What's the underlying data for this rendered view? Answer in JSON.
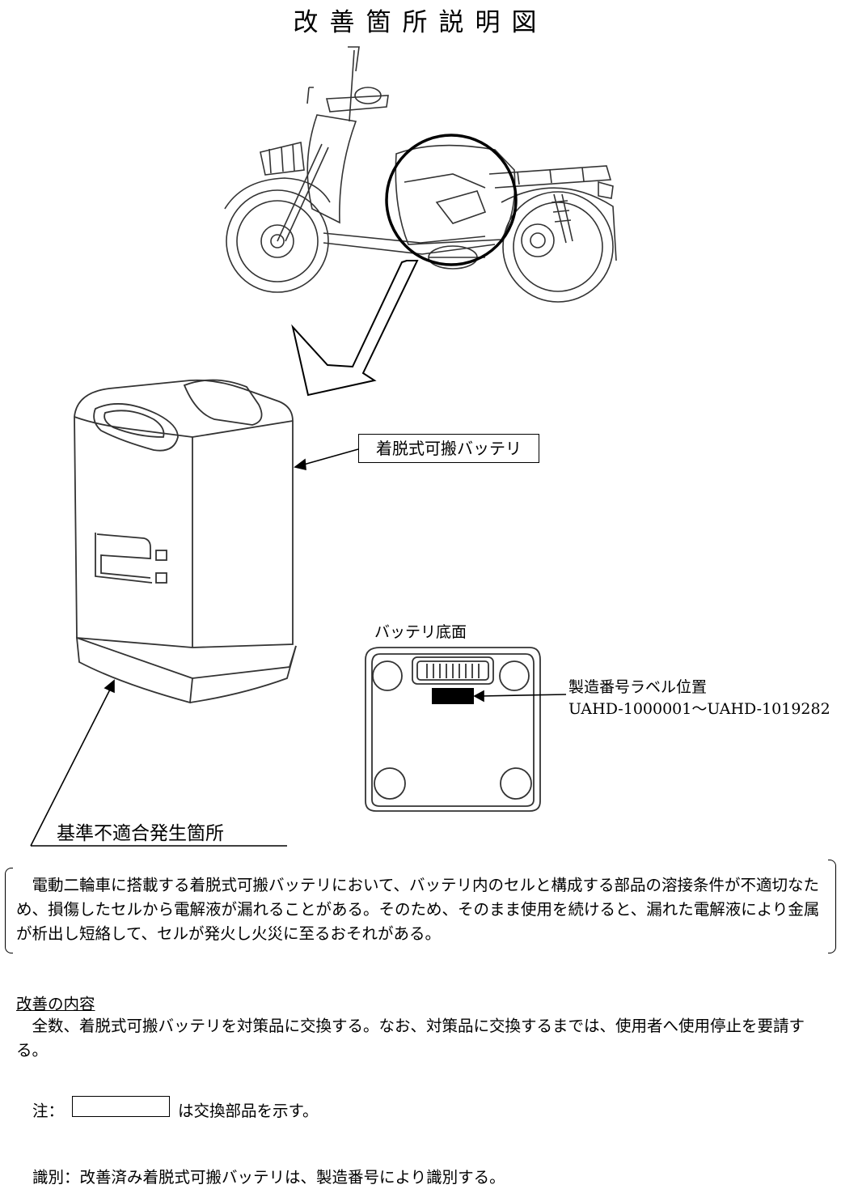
{
  "title": "改善箇所説明図",
  "labels": {
    "battery": "着脱式可搬バッテリ",
    "battery_bottom": "バッテリ底面",
    "serial_label_title": "製造番号ラベル位置",
    "serial_range": "UAHD-1000001～UAHD-1019282",
    "nonconformity": "基準不適合発生箇所"
  },
  "description": "電動二輪車に搭載する着脱式可搬バッテリにおいて、バッテリ内のセルと構成する部品の溶接条件が不適切なため、損傷したセルから電解液が漏れることがある。そのため、そのまま使用を続けると、漏れた電解液により金属が析出し短絡して、セルが発火し火災に至るおそれがある。",
  "improvement": {
    "heading": "改善の内容",
    "text": "全数、着脱式可搬バッテリを対策品に交換する。なお、対策品に交換するまでは、使用者へ使用停止を要請する。"
  },
  "note": {
    "label": "注：",
    "text": "は交換部品を示す。"
  },
  "identification": "識別：改善済み着脱式可搬バッテリは、製造番号により識別する。"
}
